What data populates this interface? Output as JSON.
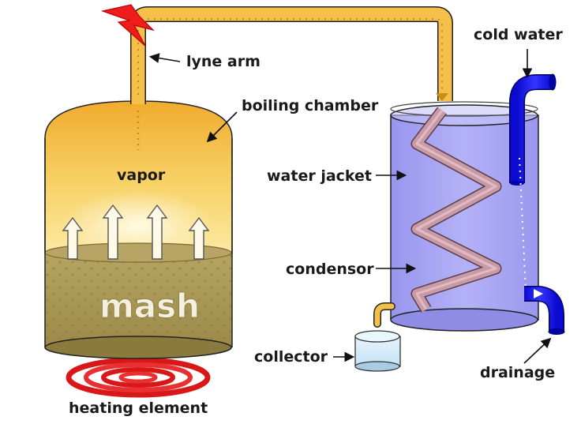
{
  "labels": {
    "lyne_arm": "lyne arm",
    "boiling_chamber": "boiling chamber",
    "vapor": "vapor",
    "mash": "mash",
    "heating_element": "heating element",
    "cold_water": "cold water",
    "water_jacket": "water jacket",
    "condensor": "condensor",
    "collector": "collector",
    "drainage": "drainage"
  },
  "icons": [
    "lightning-bolt-icon",
    "heat-arrow-icon"
  ],
  "colors": {
    "vapor_gold": "#f3b93a",
    "mash_brown": "#a89455",
    "tube_orange": "#f5c04a",
    "jacket_blue": "#a9a6f2",
    "pipe_blue": "#1a1aee",
    "coil_red": "#e02020",
    "condensor_pink": "#c79aa6"
  }
}
